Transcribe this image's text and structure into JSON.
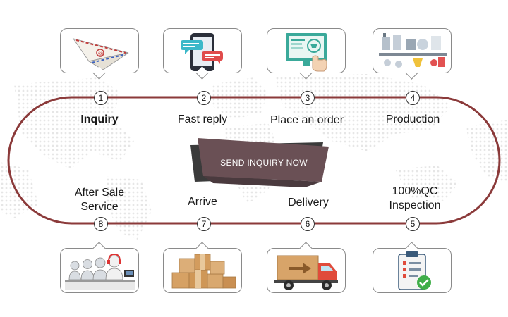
{
  "cta": {
    "label": "SEND INQUIRY NOW"
  },
  "steps": [
    {
      "num": "1",
      "label": "Inquiry",
      "icon": "paper-plane-email-icon"
    },
    {
      "num": "2",
      "label": "Fast reply",
      "icon": "smartphone-chat-icon"
    },
    {
      "num": "3",
      "label": "Place an order",
      "icon": "online-shop-order-icon"
    },
    {
      "num": "4",
      "label": "Production",
      "icon": "factory-production-line-icon"
    },
    {
      "num": "5",
      "label_line1": "100%QC",
      "label_line2": "Inspection",
      "icon": "quality-checklist-icon"
    },
    {
      "num": "6",
      "label": "Delivery",
      "icon": "delivery-truck-icon"
    },
    {
      "num": "7",
      "label": "Arrive",
      "icon": "cardboard-boxes-icon"
    },
    {
      "num": "8",
      "label_line1": "After Sale",
      "label_line2": "Service",
      "icon": "customer-service-headset-icon"
    }
  ],
  "colors": {
    "loop": "#8b3a3a",
    "cta_front": "#6a5055",
    "cta_back": "#3b3b3b",
    "map_dots": "#e8e8e8"
  }
}
